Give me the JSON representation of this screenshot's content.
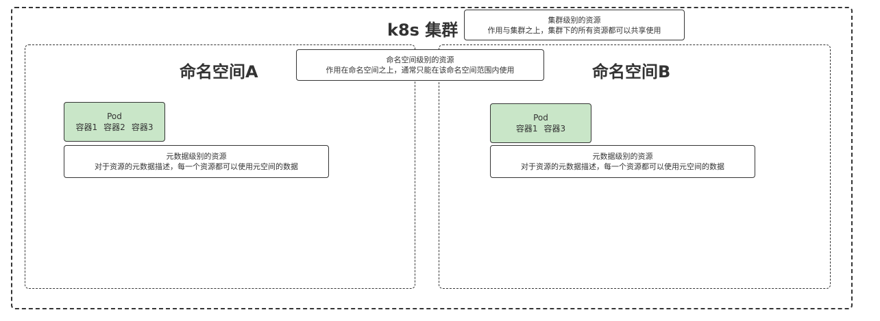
{
  "cluster": {
    "title": "k8s 集群",
    "note": {
      "title": "集群级别的资源",
      "desc": "作用与集群之上，集群下的所有资源都可以共享使用"
    }
  },
  "namespace_note": {
    "title": "命名空间级别的资源",
    "desc": "作用在命名空间之上，通常只能在该命名空间范围内使用"
  },
  "namespaces": [
    {
      "title": "命名空间A",
      "pod": {
        "title": "Pod",
        "containers": [
          "容器1",
          "容器2",
          "容器3"
        ]
      },
      "metadata_note": {
        "title": "元数据级别的资源",
        "desc": "对于资源的元数据描述，每一个资源都可以使用元空间的数据"
      }
    },
    {
      "title": "命名空间B",
      "pod": {
        "title": "Pod",
        "containers": [
          "容器1",
          "容器3"
        ]
      },
      "metadata_note": {
        "title": "元数据级别的资源",
        "desc": "对于资源的元数据描述，每一个资源都可以使用元空间的数据"
      }
    }
  ]
}
